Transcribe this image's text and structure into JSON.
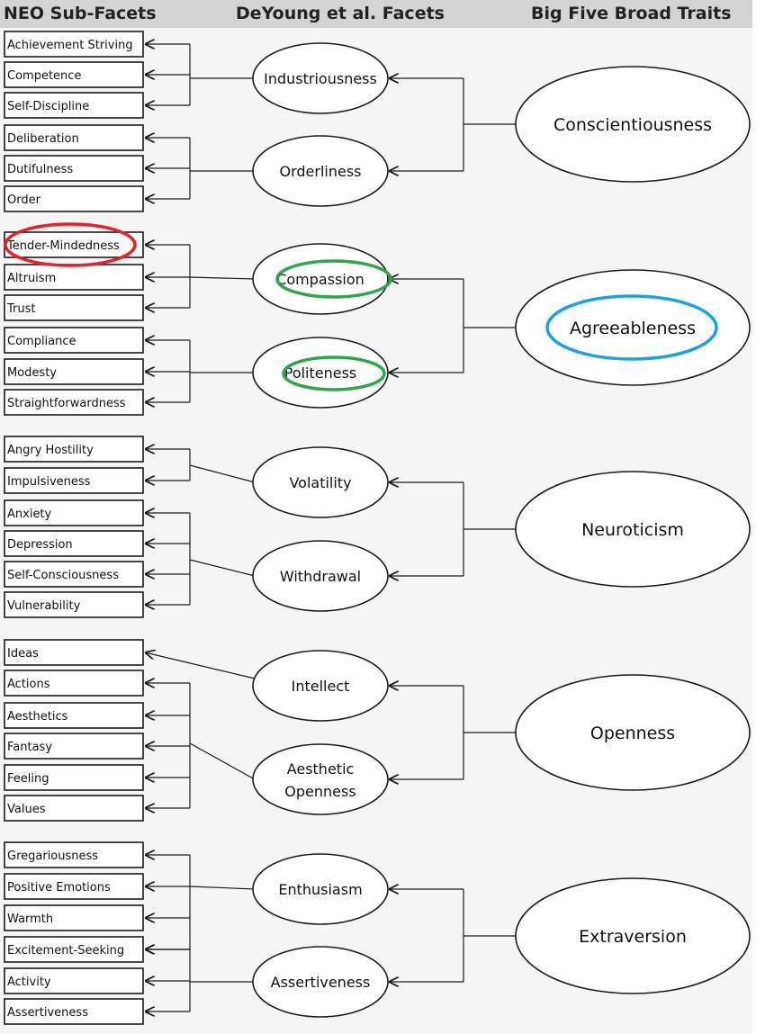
{
  "headers": {
    "col1": "NEO Sub-Facets",
    "col2": "DeYoung et al. Facets",
    "col3": "Big Five Broad Traits"
  },
  "colors": {
    "highlight_red": "#e8202a",
    "highlight_green": "#2ea64a",
    "highlight_blue": "#1aa3e0"
  },
  "traits": [
    {
      "name": "Conscientiousness",
      "facets": [
        {
          "name": "Industriousness",
          "subfacets": [
            "Achievement Striving",
            "Competence",
            "Self-Discipline"
          ]
        },
        {
          "name": "Orderliness",
          "subfacets": [
            "Deliberation",
            "Dutifulness",
            "Order"
          ]
        }
      ]
    },
    {
      "name": "Agreeableness",
      "facets": [
        {
          "name": "Compassion",
          "subfacets": [
            "Tender-Mindedness",
            "Altruism",
            "Trust"
          ]
        },
        {
          "name": "Politeness",
          "subfacets": [
            "Compliance",
            "Modesty",
            "Straightforwardness"
          ]
        }
      ]
    },
    {
      "name": "Neuroticism",
      "facets": [
        {
          "name": "Volatility",
          "subfacets": [
            "Angry Hostility",
            "Impulsiveness"
          ]
        },
        {
          "name": "Withdrawal",
          "subfacets": [
            "Anxiety",
            "Depression",
            "Self-Consciousness",
            "Vulnerability"
          ]
        }
      ]
    },
    {
      "name": "Openness",
      "facets": [
        {
          "name": "Intellect",
          "subfacets": [
            "Ideas"
          ]
        },
        {
          "name": "Aesthetic Openness",
          "subfacets": [
            "Actions",
            "Aesthetics",
            "Fantasy",
            "Feeling",
            "Values"
          ]
        }
      ]
    },
    {
      "name": "Extraversion",
      "facets": [
        {
          "name": "Enthusiasm",
          "subfacets": [
            "Gregariousness",
            "Positive Emotions",
            "Warmth",
            "Excitement-Seeking"
          ]
        },
        {
          "name": "Assertiveness",
          "subfacets": [
            "Excitement-Seeking",
            "Activity",
            "Assertiveness"
          ]
        }
      ]
    }
  ],
  "subfacet_list": [
    "Achievement Striving",
    "Competence",
    "Self-Discipline",
    "Deliberation",
    "Dutifulness",
    "Order",
    "Tender-Mindedness",
    "Altruism",
    "Trust",
    "Compliance",
    "Modesty",
    "Straightforwardness",
    "Angry Hostility",
    "Impulsiveness",
    "Anxiety",
    "Depression",
    "Self-Consciousness",
    "Vulnerability",
    "Ideas",
    "Actions",
    "Aesthetics",
    "Fantasy",
    "Feeling",
    "Values",
    "Gregariousness",
    "Positive Emotions",
    "Warmth",
    "Excitement-Seeking",
    "Activity",
    "Assertiveness"
  ],
  "facet_list": [
    "Industriousness",
    "Orderliness",
    "Compassion",
    "Politeness",
    "Volatility",
    "Withdrawal",
    "Intellect",
    "Aesthetic Openness",
    "Enthusiasm",
    "Assertiveness"
  ],
  "trait_list": [
    "Conscientiousness",
    "Agreeableness",
    "Neuroticism",
    "Openness",
    "Extraversion"
  ],
  "highlights": [
    {
      "target": "Tender-Mindedness",
      "color": "red"
    },
    {
      "target": "Compassion",
      "color": "green"
    },
    {
      "target": "Politeness",
      "color": "green"
    },
    {
      "target": "Agreeableness",
      "color": "blue"
    }
  ]
}
